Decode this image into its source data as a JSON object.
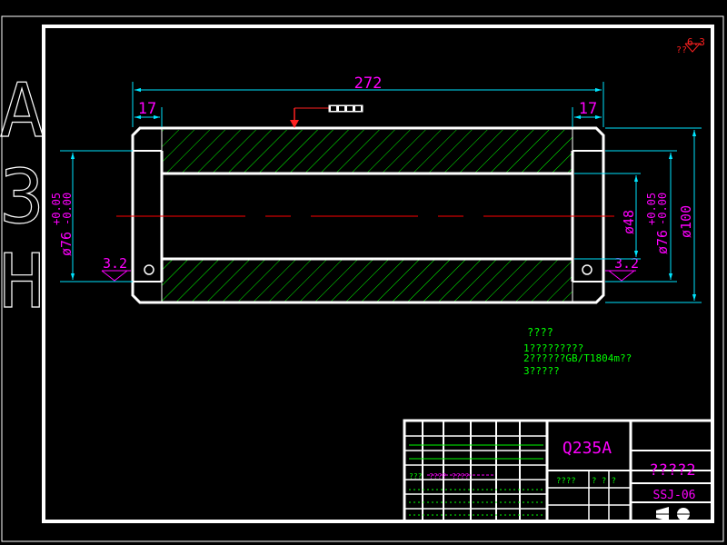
{
  "sheet": {
    "vertical_label": [
      "A",
      "3",
      "H"
    ]
  },
  "dimensions": {
    "overall_length": "272",
    "left_step": "17",
    "right_step": "17",
    "left_dia_main": "ø76",
    "left_dia_tol_upper": "+0.05",
    "left_dia_tol_lower": "-0.00",
    "right_bore_dia": "ø48",
    "right_dia_main": "ø76",
    "right_dia_tol_upper": "+0.05",
    "right_dia_tol_lower": "-0.00",
    "outer_dia": "ø100",
    "roughness_left": "3.2",
    "roughness_right": "3.2",
    "roughness_general": "6.3",
    "roughness_general_prefix": "??"
  },
  "notes": {
    "title": "????",
    "lines": [
      "1?????????",
      "2??????GB/T1804m??",
      "3?????"
    ]
  },
  "title_block": {
    "material": "Q235A",
    "part_name": "????2",
    "drawing_no": "SSJ-06",
    "small_labels": [
      "????",
      "? ? ?",
      "???",
      "????",
      "????"
    ]
  },
  "colors": {
    "frame": "#ffffff",
    "dimension": "#00e5ff",
    "dimension_text": "#ff00ff",
    "hatch": "#00ff00",
    "centerline": "#ff0000",
    "notes": "#00ff00"
  }
}
